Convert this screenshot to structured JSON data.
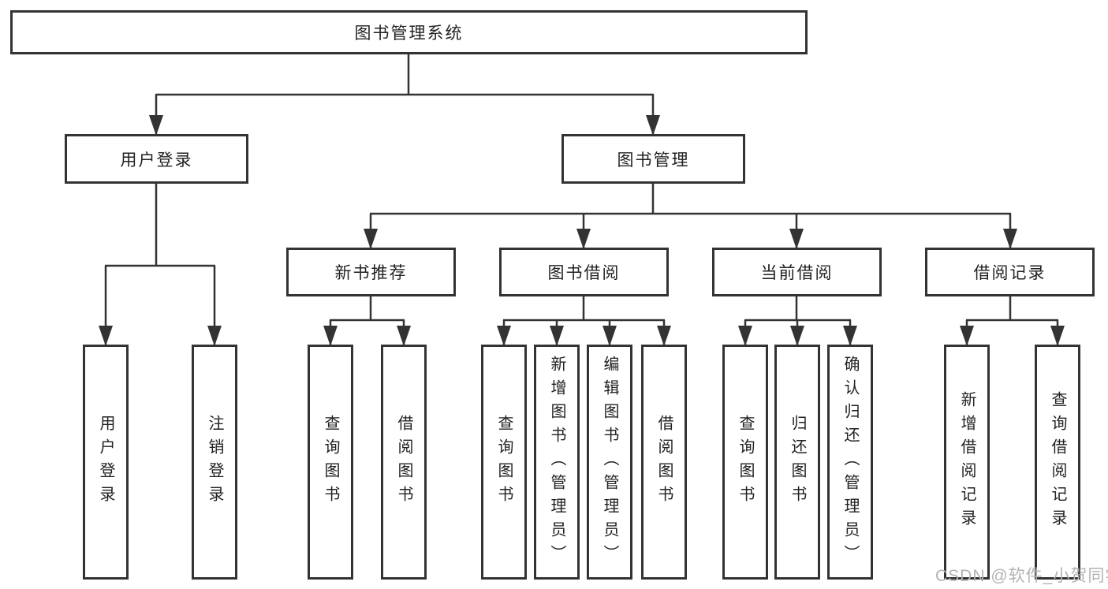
{
  "tree": {
    "label": "图书管理系统",
    "children": [
      {
        "label": "用户登录",
        "children": [
          {
            "label": "用户登录"
          },
          {
            "label": "注销登录"
          }
        ]
      },
      {
        "label": "图书管理",
        "children": [
          {
            "label": "新书推荐",
            "children": [
              {
                "label": "查询图书"
              },
              {
                "label": "借阅图书"
              }
            ]
          },
          {
            "label": "图书借阅",
            "children": [
              {
                "label": "查询图书"
              },
              {
                "label": "新增图书（管理员）"
              },
              {
                "label": "编辑图书（管理员）"
              },
              {
                "label": "借阅图书"
              }
            ]
          },
          {
            "label": "当前借阅",
            "children": [
              {
                "label": "查询图书"
              },
              {
                "label": "归还图书"
              },
              {
                "label": "确认归还（管理员）"
              }
            ]
          },
          {
            "label": "借阅记录",
            "children": [
              {
                "label": "新增借阅记录"
              },
              {
                "label": "查询借阅记录"
              }
            ]
          }
        ]
      }
    ]
  },
  "watermark": "CSDN @软件_小贺同学",
  "colors": {
    "line": "#333333",
    "box_border": "#333333",
    "box_background": "#ffffff",
    "text": "#222222",
    "watermark": "#b3b3b3"
  }
}
